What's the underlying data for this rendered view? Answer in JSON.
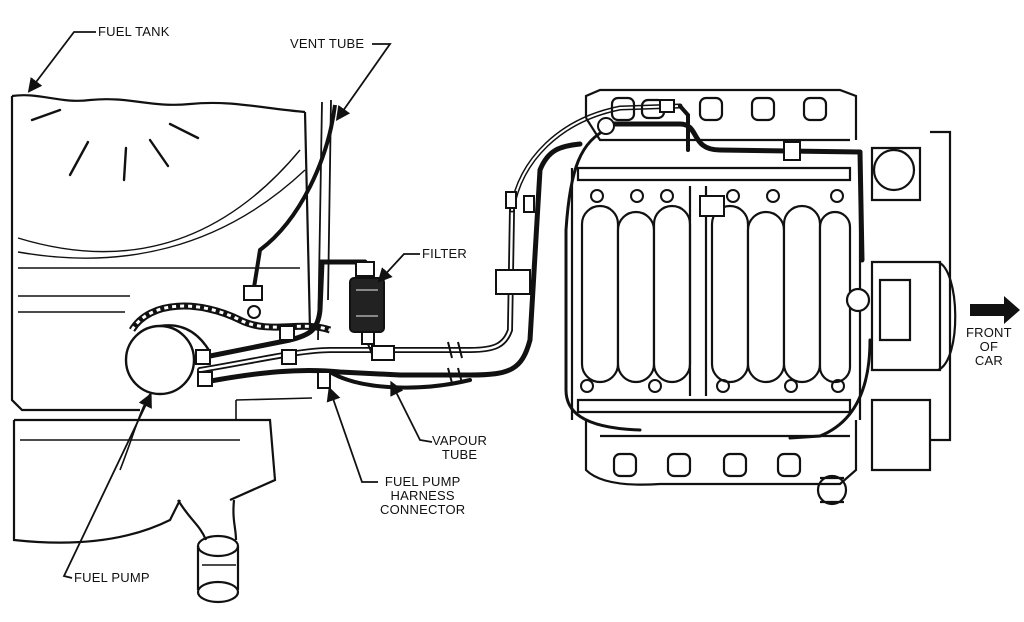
{
  "diagram": {
    "labels": {
      "fuel_tank": "FUEL TANK",
      "vent_tube": "VENT TUBE",
      "filter": "FILTER",
      "vapour_tube": [
        "VAPOUR",
        "TUBE"
      ],
      "fuel_pump_harness_connector": [
        "FUEL PUMP",
        "HARNESS",
        "CONNECTOR"
      ],
      "fuel_pump": "FUEL PUMP",
      "front_of_car": [
        "FRONT",
        "OF",
        "CAR"
      ]
    },
    "colors": {
      "ink": "#111111",
      "paper": "#ffffff",
      "shade": "#e9e9e9"
    }
  }
}
